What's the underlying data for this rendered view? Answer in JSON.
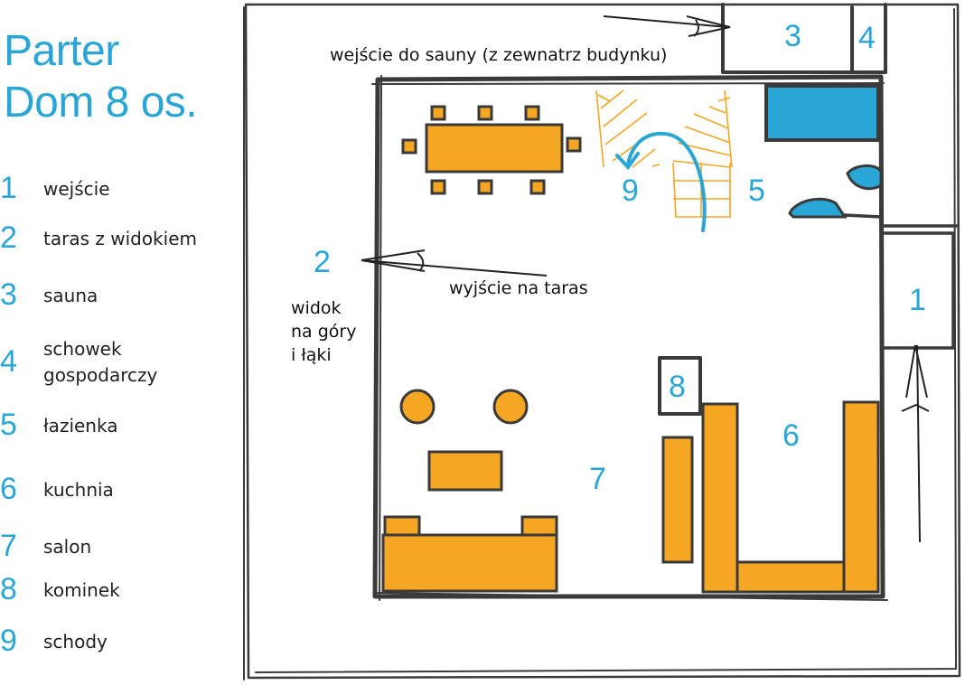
{
  "title": {
    "line1": "Parter",
    "line2": "Dom 8 os."
  },
  "legend": [
    {
      "num": "1",
      "label": "wejście"
    },
    {
      "num": "2",
      "label": "taras z widokiem"
    },
    {
      "num": "3",
      "label": "sauna"
    },
    {
      "num": "4",
      "label_line1": "schowek",
      "label_line2": "gospodarczy"
    },
    {
      "num": "5",
      "label": "łazienka"
    },
    {
      "num": "6",
      "label": "kuchnia"
    },
    {
      "num": "7",
      "label": "salon"
    },
    {
      "num": "8",
      "label": "kominek"
    },
    {
      "num": "9",
      "label": "schody"
    }
  ],
  "plan": {
    "sauna_entry_note": "wejście do sauny (z zewnatrz budynku)",
    "terrace_exit_note": "wyjście na taras",
    "view_note": {
      "line1": "widok",
      "line2": "na góry",
      "line3": "i łąki"
    },
    "room_labels": {
      "entrance": "1",
      "terrace": "2",
      "sauna": "3",
      "storage": "4",
      "bathroom": "5",
      "kitchen": "6",
      "living_room": "7",
      "fireplace": "8",
      "stairs": "9"
    }
  },
  "colors": {
    "accent_blue": "#2aa6d6",
    "furniture_orange": "#f5a623",
    "wall_dark": "#3a3a3a"
  },
  "icons": [
    "door-arrow-icon",
    "stairs-icon",
    "toilet-icon",
    "sink-icon",
    "bathtub-icon"
  ]
}
